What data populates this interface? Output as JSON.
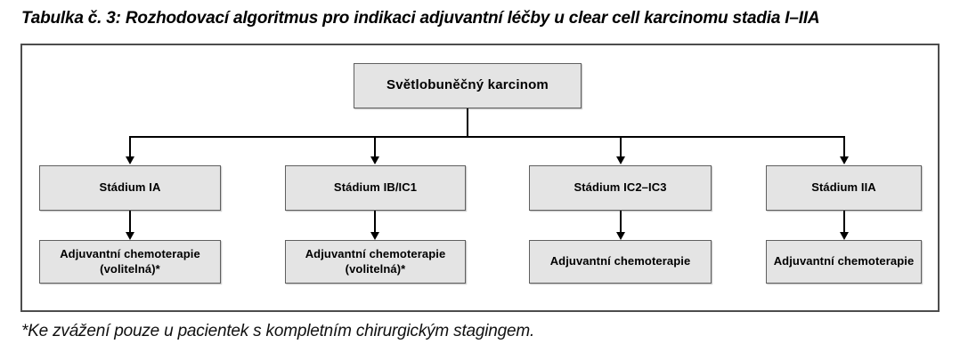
{
  "title": "Tabulka č. 3: Rozhodovací algoritmus pro indikaci adjuvantní léčby u clear cell karcinomu stadia I–IIA",
  "footnote": "*Ke zvážení pouze u pacientek s kompletním chirurgickým stagingem.",
  "flowchart": {
    "root_label": "Světlobuněčný karcinom",
    "columns": [
      {
        "stage": "Stádium IA",
        "treatment": "Adjuvantní chemoterapie",
        "treatment_note": "(volitelná)*"
      },
      {
        "stage": "Stádium IB/IC1",
        "treatment": "Adjuvantní chemoterapie",
        "treatment_note": "(volitelná)*"
      },
      {
        "stage": "Stádium IC2–IC3",
        "treatment": "Adjuvantní chemoterapie",
        "treatment_note": ""
      },
      {
        "stage": "Stádium IIA",
        "treatment": "Adjuvantní chemoterapie",
        "treatment_note": ""
      }
    ]
  },
  "colors": {
    "box_fill": "#e4e4e4",
    "box_border": "#5f5f5f",
    "frame_border": "#4d4d4d",
    "connector": "#000000",
    "text": "#000000"
  }
}
